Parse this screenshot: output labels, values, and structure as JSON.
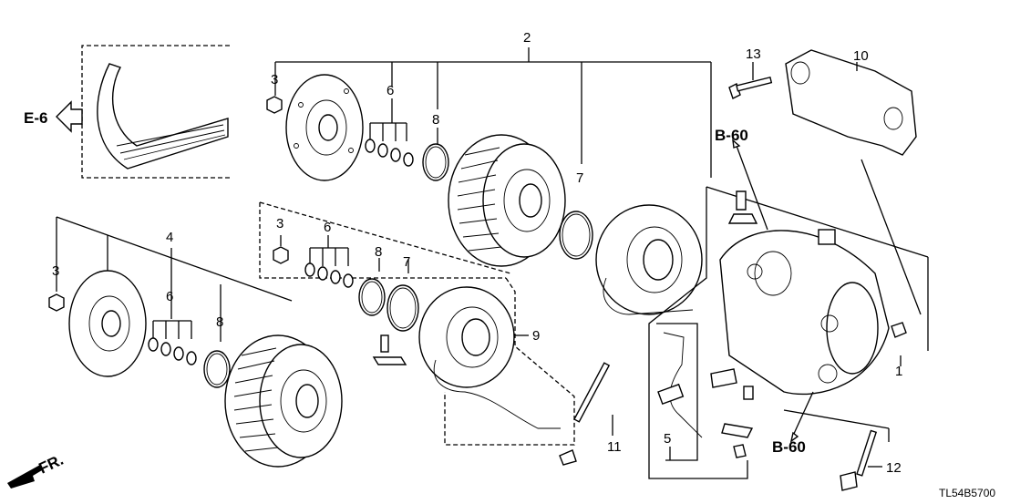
{
  "callouts": {
    "c1": "1",
    "c2": "2",
    "c3a": "3",
    "c3b": "3",
    "c3c": "3",
    "c4": "4",
    "c5": "5",
    "c6a": "6",
    "c6b": "6",
    "c6c": "6",
    "c7a": "7",
    "c7b": "7",
    "c8a": "8",
    "c8b": "8",
    "c8c": "8",
    "c9": "9",
    "c10": "10",
    "c11": "11",
    "c12": "12",
    "c13": "13"
  },
  "references": {
    "e6": "E-6",
    "b60_top": "B-60",
    "b60_bottom": "B-60",
    "front": "FR."
  },
  "diagram_code": "TL54B5700"
}
